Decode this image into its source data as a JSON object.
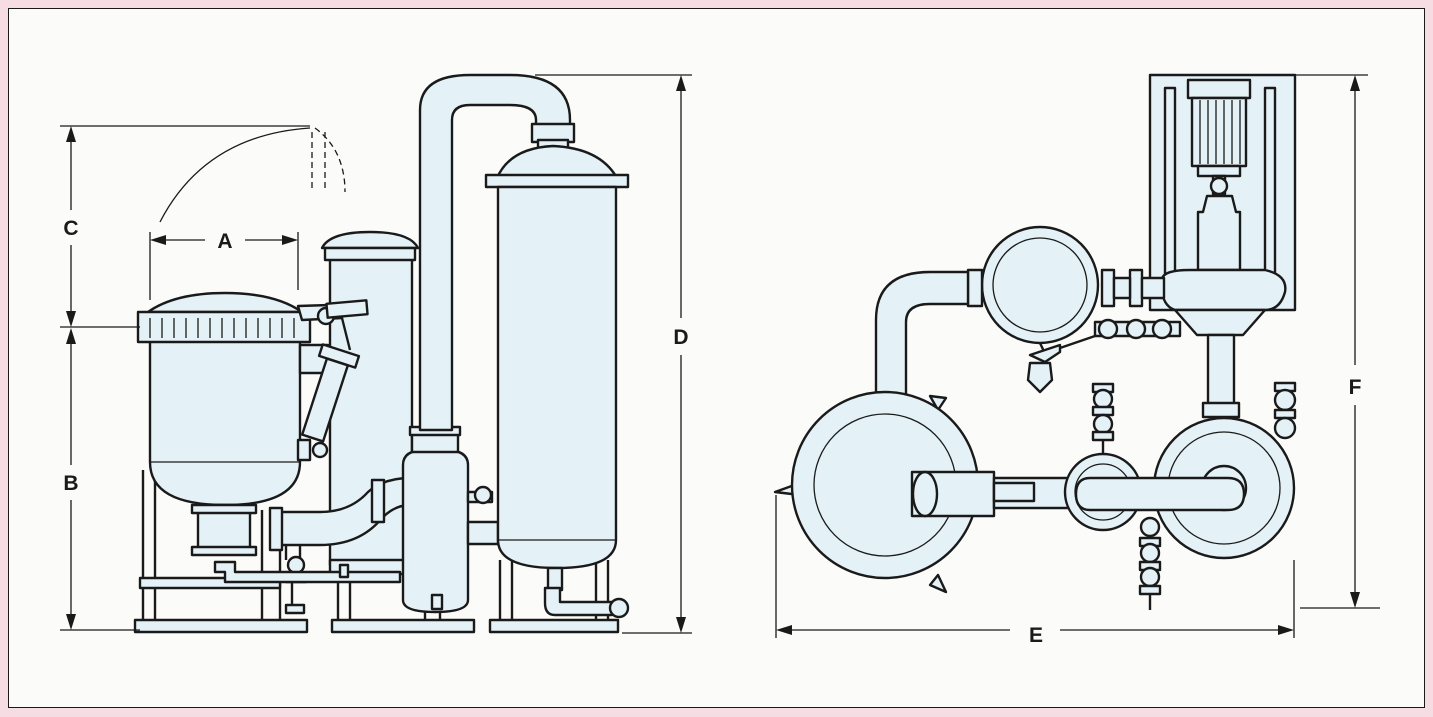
{
  "dimension_labels": {
    "a": "A",
    "b": "B",
    "c": "C",
    "d": "D",
    "e": "E",
    "f": "F"
  },
  "colors": {
    "background": "#f6dde4",
    "panel": "#fbfbf9",
    "equipment_fill": "#e4f1f6",
    "line": "#1a1a1a"
  }
}
